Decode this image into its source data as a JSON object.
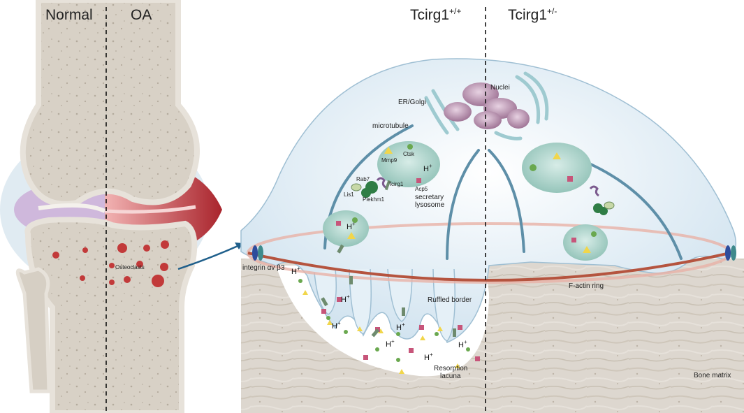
{
  "panels": {
    "normal": "Normal",
    "oa": "OA",
    "wild_type": "Tcirg1",
    "wild_type_sup": "+/+",
    "het": "Tcirg1",
    "het_sup": "+/-"
  },
  "labels": {
    "osteoclasts": "Osteoclasts",
    "nuclei": "Nuclei",
    "er_golgi": "ER/Golgi",
    "microtubule": "microtubule",
    "ctsk": "Ctsk",
    "mmp9": "Mmp9",
    "h_plus": "H",
    "h_plus_sup": "+",
    "rab7": "Rab7",
    "lis1": "Lis1",
    "tcirg1": "Tcirg1",
    "acp5": "Acp5",
    "plekhm1": "Plekhm1",
    "secretary_lysosome_1": "secretary",
    "secretary_lysosome_2": "lysosome",
    "integrin": "integrin αv β3",
    "factin": "F-actin ring",
    "ruffled": "Ruffled border",
    "resorption_1": "Resorption",
    "resorption_2": "lacuna",
    "bone_matrix": "Bone matrix"
  },
  "colors": {
    "bone": "#d9d3c9",
    "bone_dark": "#bfb6a9",
    "cartilage": "#c9b3d6",
    "inflamed": "#c0333a",
    "cell_body": "#dcebf5",
    "vesicle": "#a9d1c8",
    "nucleus": "#a8799b",
    "factin": "#b8604a",
    "marker_green": "#6aa84f",
    "marker_yellow": "#f1d64b",
    "marker_pink": "#c7557a"
  }
}
